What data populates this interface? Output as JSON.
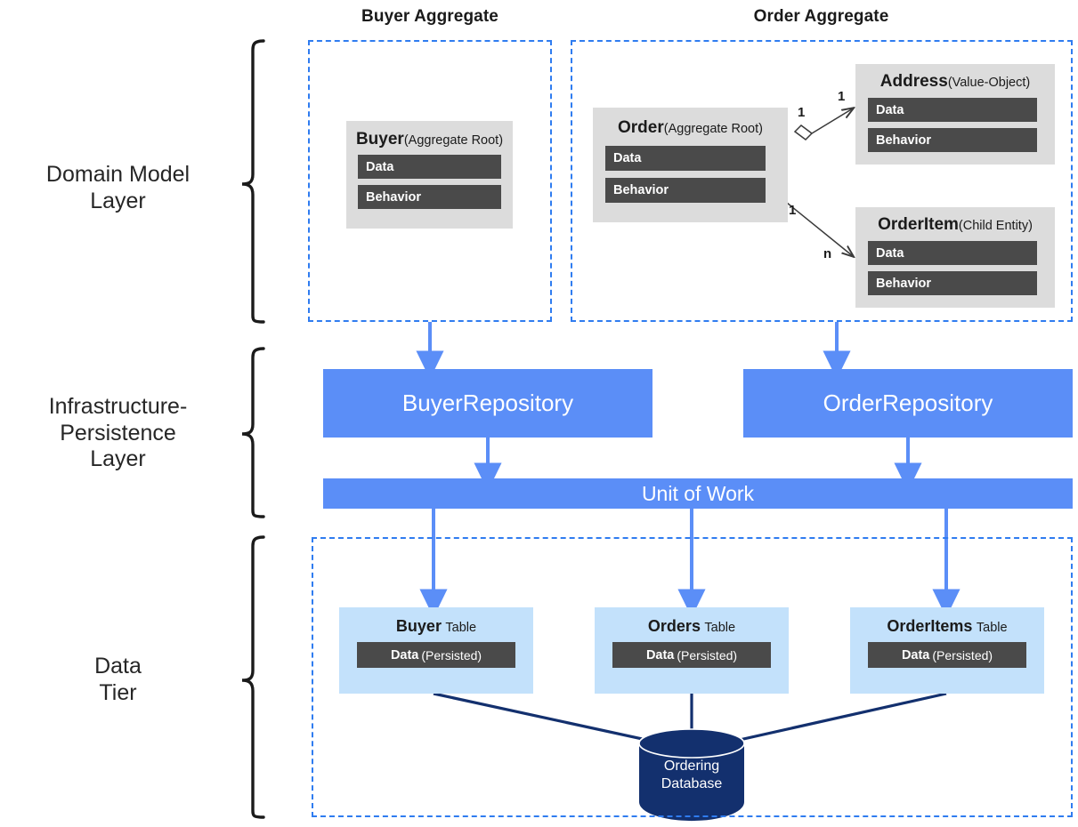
{
  "layers": [
    {
      "name": "domain-model-layer",
      "label": "Domain Model\nLayer"
    },
    {
      "name": "infrastructure-persistence-layer",
      "label": "Infrastructure-\nPersistence\nLayer"
    },
    {
      "name": "data-tier-layer",
      "label": "Data\nTier"
    }
  ],
  "aggregates": [
    {
      "name": "buyer-aggregate",
      "caption": "Buyer Aggregate"
    },
    {
      "name": "order-aggregate",
      "caption": "Order Aggregate"
    }
  ],
  "entities": {
    "buyer": {
      "title": "Buyer",
      "stereotype": "(Aggregate Root)",
      "members": [
        "Data",
        "Behavior"
      ]
    },
    "order": {
      "title": "Order",
      "stereotype": "(Aggregate Root)",
      "members": [
        "Data",
        "Behavior"
      ]
    },
    "address": {
      "title": "Address",
      "stereotype": "(Value-Object)",
      "members": [
        "Data",
        "Behavior"
      ]
    },
    "orderitem": {
      "title": "OrderItem",
      "stereotype": "(Child Entity)",
      "members": [
        "Data",
        "Behavior"
      ]
    }
  },
  "multiplicities": {
    "order_to_address_source": "1",
    "order_to_address_target": "1",
    "order_to_orderitem_source": "1",
    "order_to_orderitem_target": "n"
  },
  "repositories": [
    {
      "name": "buyer-repository",
      "label": "BuyerRepository"
    },
    {
      "name": "order-repository",
      "label": "OrderRepository"
    }
  ],
  "unit_of_work": {
    "label": "Unit of Work"
  },
  "tables": [
    {
      "name": "buyer-table",
      "title": "Buyer",
      "suffix": "Table",
      "data_strong": "Data",
      "data_light": "(Persisted)"
    },
    {
      "name": "orders-table",
      "title": "Orders",
      "suffix": "Table",
      "data_strong": "Data",
      "data_light": "(Persisted)"
    },
    {
      "name": "orderitems-table",
      "title": "OrderItems",
      "suffix": "Table",
      "data_strong": "Data",
      "data_light": "(Persisted)"
    }
  ],
  "database": {
    "label": "Ordering\nDatabase"
  },
  "colors": {
    "accent_blue": "#5b8ef7",
    "dashed_blue": "#2f7cf0",
    "entity_grey": "#dcdcdc",
    "member_dark": "#4a4a4a",
    "table_light_blue": "#c3e1fb",
    "database_navy": "#13306e",
    "text_dark": "#1b1b1b"
  }
}
